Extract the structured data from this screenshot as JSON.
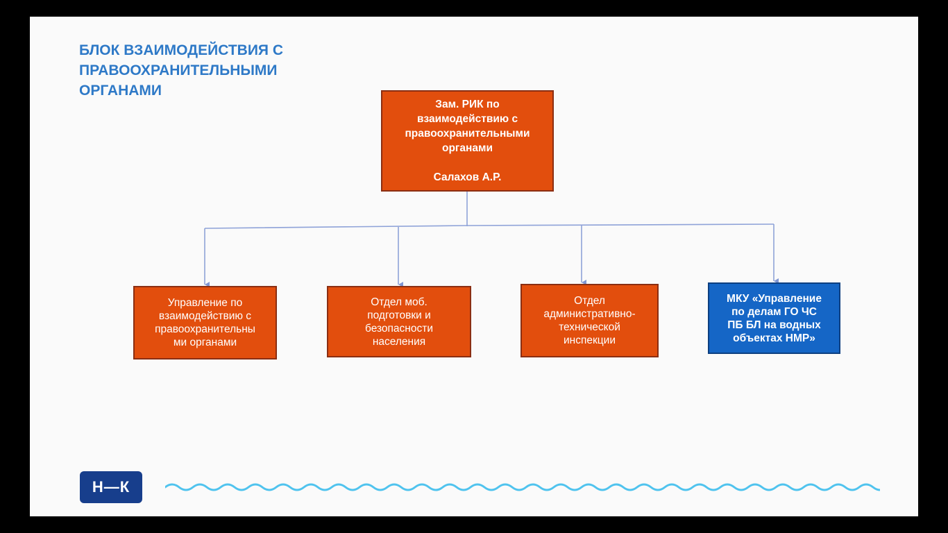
{
  "title": {
    "lines": [
      "БЛОК ВЗАИМОДЕЙСТВИЯ С",
      "ПРАВООХРАНИТЕЛЬНЫМИ",
      "ОРГАНАМИ"
    ]
  },
  "head": {
    "lines": [
      "Зам. РИК по",
      "взаимодействию с",
      "правоохранительными",
      "органами"
    ],
    "name": "Салахов А.Р."
  },
  "units": [
    {
      "lines": [
        "Управление по",
        "взаимодействию с",
        "правоохранительны",
        "ми органами"
      ]
    },
    {
      "lines": [
        "Отдел моб.",
        "подготовки и",
        "безопасности",
        "населения"
      ]
    },
    {
      "lines": [
        "Отдел",
        "административно-",
        "технической",
        "инспекции"
      ]
    },
    {
      "lines": [
        "МКУ «Управление",
        "по делам ГО ЧС",
        "ПБ БЛ на водных",
        "объектах НМР»"
      ]
    }
  ],
  "logo": {
    "text": "Н—К"
  },
  "colors": {
    "title": "#2e79c7",
    "box_orange": "#e24e0d",
    "box_blue": "#1566c6",
    "connector": "#8ea2d8",
    "wave": "#4fc3ee",
    "logo_bg": "#173e8c"
  }
}
